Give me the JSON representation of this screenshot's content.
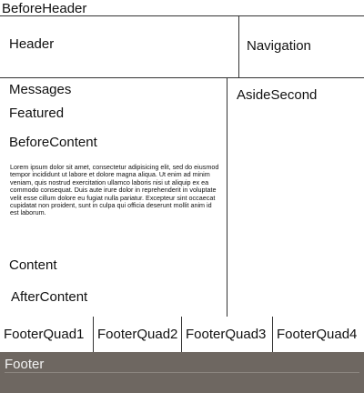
{
  "regions": {
    "before_header": "BeforeHeader",
    "header": "Header",
    "navigation": "Navigation",
    "messages": "Messages",
    "featured": "Featured",
    "before_content": "BeforeContent",
    "lorem": "Lorem ipsum dolor sit amet, consectetur adipisicing elit, sed do eiusmod tempor incididunt ut labore et dolore magna aliqua. Ut enim ad minim veniam, quis nostrud exercitation ullamco laboris nisi ut aliquip ex ea commodo consequat. Duis aute irure dolor in reprehenderit in voluptate velit esse cillum dolore eu fugiat nulla pariatur. Excepteur sint occaecat cupidatat non proident, sunt in culpa qui officia deserunt mollit anim id est laborum.",
    "content": "Content",
    "after_content": "AfterContent",
    "aside_second": "AsideSecond",
    "footer_quads": [
      "FooterQuad1",
      "FooterQuad2",
      "FooterQuad3",
      "FooterQuad4"
    ],
    "footer": "Footer"
  },
  "colors": {
    "border": "#333333",
    "footer_bg": "#6e6761",
    "footer_text": "#f2f2f2"
  }
}
